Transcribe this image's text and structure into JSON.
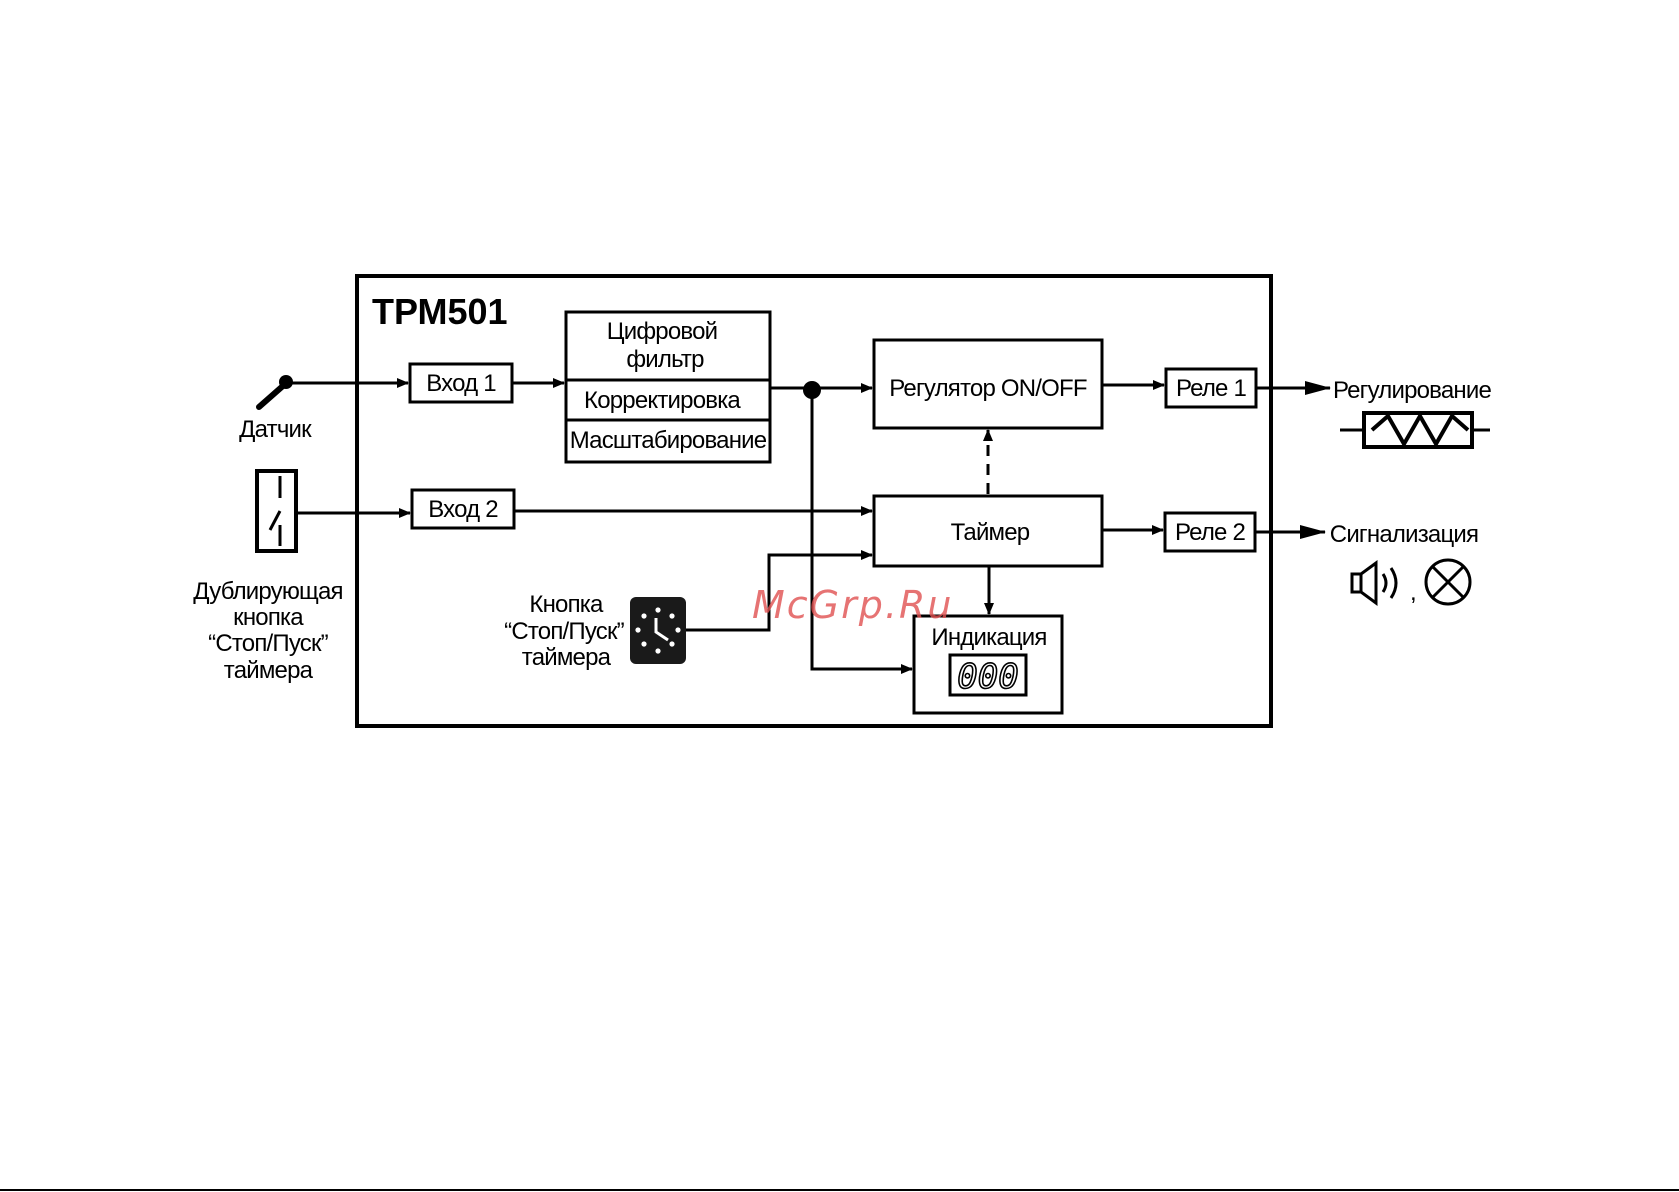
{
  "diagram": {
    "title": "ТРМ501",
    "blocks": {
      "input1": "Вход 1",
      "input2": "Вход 2",
      "filter": [
        "Цифровой",
        "фильтр"
      ],
      "correction": "Корректировка",
      "scaling": "Масштабирование",
      "regulator": "Регулятор ON/OFF",
      "timer": "Таймер",
      "indication": "Индикация",
      "relay1": "Реле 1",
      "relay2": "Реле 2"
    },
    "external": {
      "sensor": "Датчик",
      "duplicate_button": [
        "Дублирующая",
        "кнопка",
        "“Стоп/Пуск”",
        "таймера"
      ],
      "timer_button": [
        "Кнопка",
        "“Стоп/Пуск”",
        "таймера"
      ],
      "regulation": "Регулирование",
      "signaling": "Сигнализация",
      "separator": ","
    },
    "display_value": "000",
    "icons": [
      "sensor-probe-icon",
      "switch-icon",
      "clock-button-icon",
      "heater-icon",
      "speaker-icon",
      "lamp-icon"
    ]
  },
  "watermark": "McGrp.Ru"
}
